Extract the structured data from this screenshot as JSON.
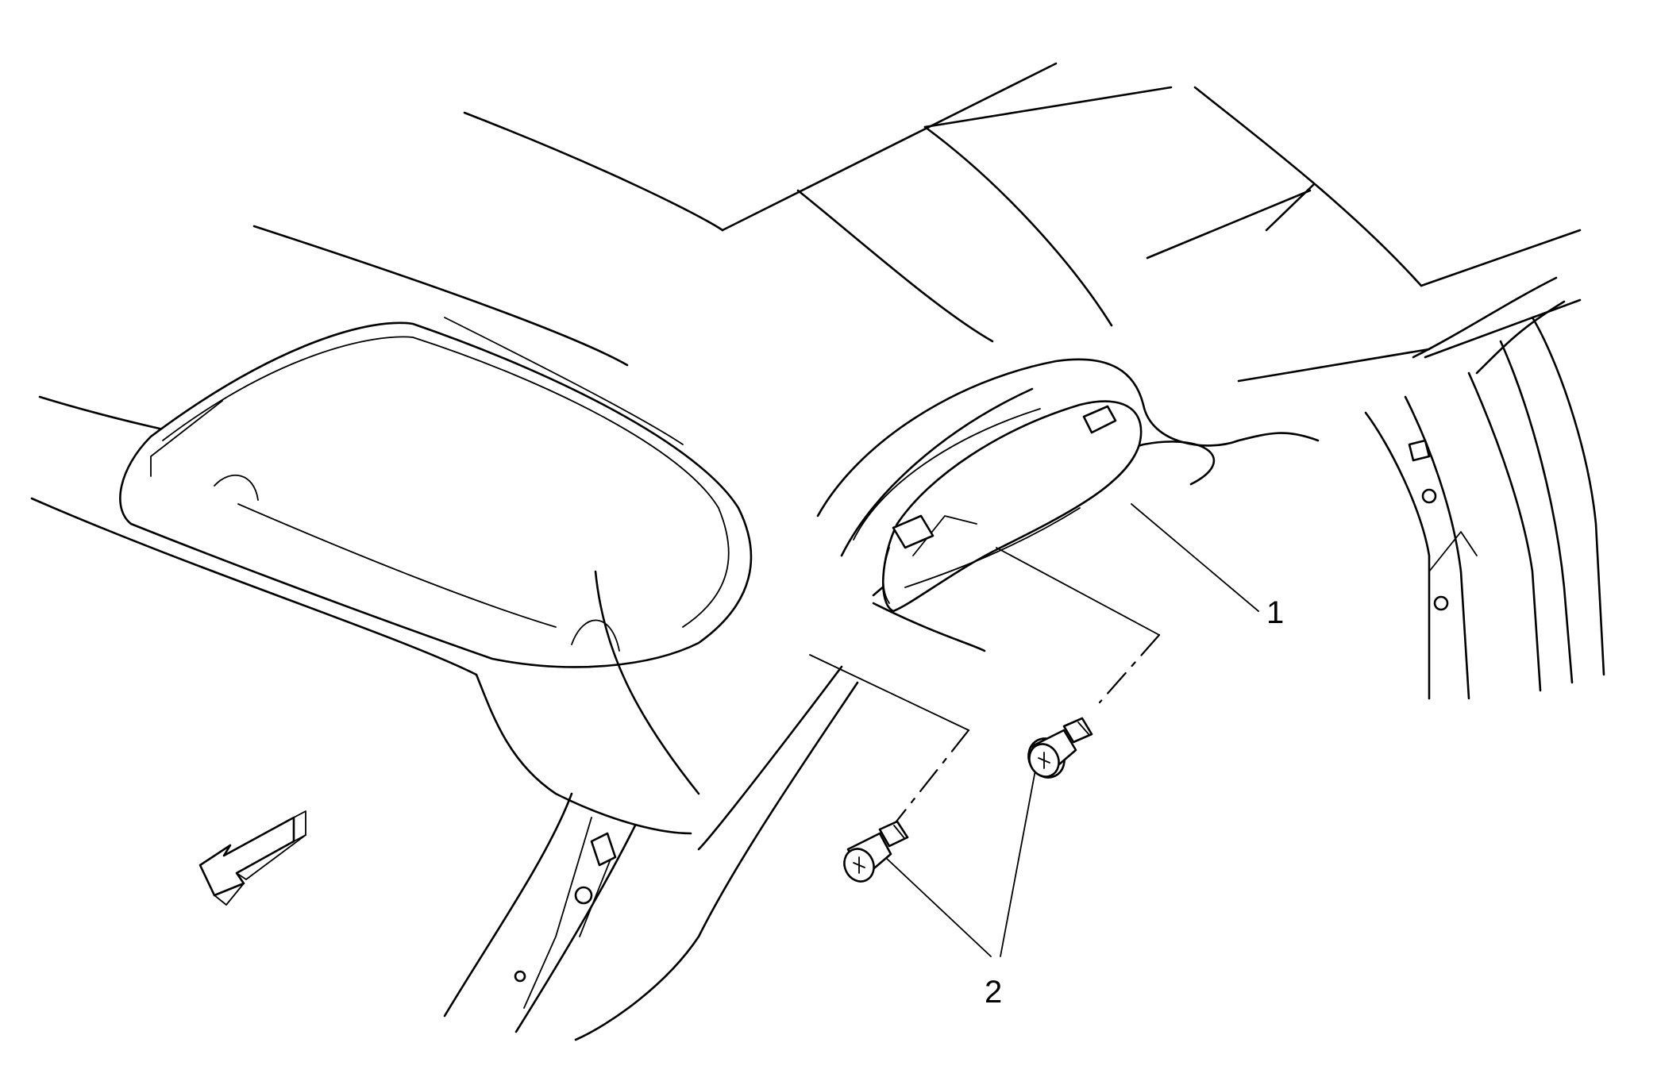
{
  "callouts": [
    {
      "id": "1",
      "label": "1"
    },
    {
      "id": "2",
      "label": "2"
    }
  ],
  "colors": {
    "line": "#000000",
    "background": "#ffffff"
  },
  "icons": [
    "front-direction-arrow-icon",
    "screw-icon"
  ]
}
